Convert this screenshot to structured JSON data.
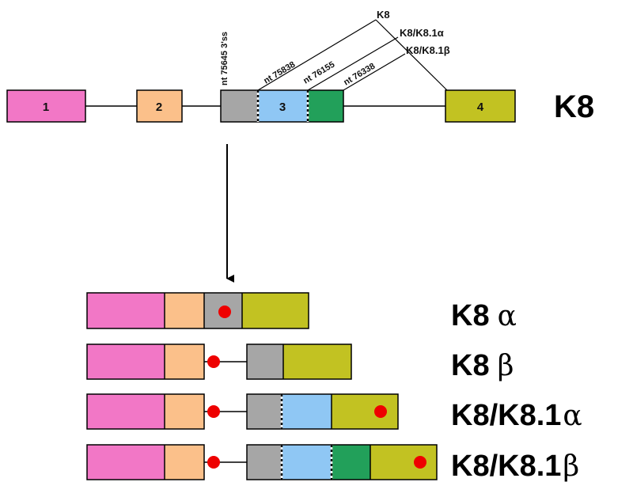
{
  "colors": {
    "exon1": "#f277c6",
    "exon2": "#fbc08a",
    "exon3_5prime": "#a6a6a6",
    "exon3_mid": "#8fc7f4",
    "exon3_3prime": "#22a05a",
    "exon4": "#c2c222",
    "stop": "#ee0000"
  },
  "gene": {
    "label": "K8",
    "exons": {
      "e1": "1",
      "e2": "2",
      "e3": "3",
      "e4": "4"
    },
    "sites": {
      "ss": "nt 75645 3'ss",
      "nt75838": "nt 75838",
      "nt76155": "nt 76155",
      "nt76338": "nt 76338"
    },
    "junctions": {
      "k8": "K8",
      "k81a": "K8/K8.1α",
      "k81b": "K8/K8.1β"
    }
  },
  "isoforms": [
    {
      "name": "K8",
      "greek": "α"
    },
    {
      "name": "K8",
      "greek": "β"
    },
    {
      "name": "K8/K8.1",
      "greek": "α"
    },
    {
      "name": "K8/K8.1",
      "greek": "β"
    }
  ]
}
